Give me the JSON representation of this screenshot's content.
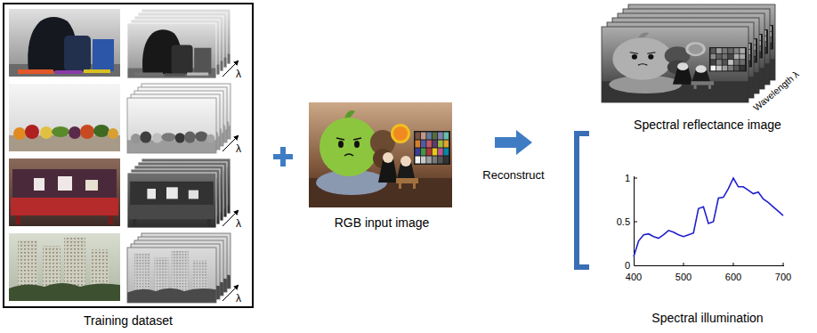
{
  "diagram": {
    "nodes": [
      {
        "text": [
          "Training dataset"
        ]
      },
      {
        "text": [
          "RGB input image"
        ]
      },
      {
        "text": [
          "Spectral reflectance image"
        ]
      },
      {
        "text": [
          "Spectral illumination"
        ]
      }
    ],
    "labels": [
      "λ",
      "λ",
      "λ",
      "λ",
      "Reconstruct",
      "Wavelength λ",
      "1",
      "0.5",
      "0",
      "400",
      "500",
      "600",
      "700"
    ]
  }
}
